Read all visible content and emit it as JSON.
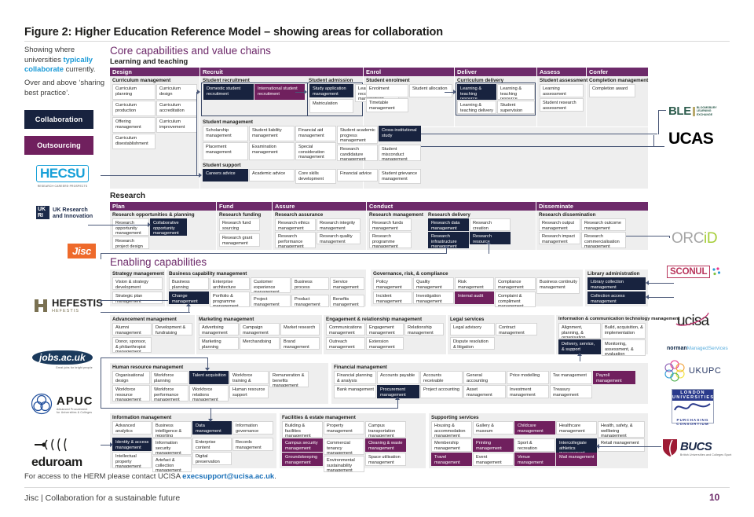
{
  "slide": {
    "title": "Figure 2: Higher Education Reference Model  – showing areas for collaboration",
    "footer": "Jisc | Collaboration for a sustainable future",
    "page_number": "10",
    "contact_prefix": "For access to the HERM please contact UCISA ",
    "contact_email": "execsupport@ucisa.ac.uk",
    "contact_suffix": "."
  },
  "intro": {
    "line1_a": "Showing where universities ",
    "line1_hl": "typically collaborate",
    "line1_b": " currently.",
    "line2": "Over and above ‘sharing best practice’."
  },
  "legend": {
    "collaboration": "Collaboration",
    "outsourcing": "Outsourcing"
  },
  "headings": {
    "core": "Core capabilities and value chains",
    "learning": "Learning and teaching",
    "research": "Research",
    "enabling": "Enabling capabilities"
  },
  "learning": {
    "chains": [
      "Design",
      "Recruit",
      "Enrol",
      "Deliver",
      "Assess",
      "Confer"
    ],
    "groups": {
      "curriculum_management": "Curriculum management",
      "student_recruitment": "Student recruitment",
      "student_admission": "Student admission",
      "student_enrolment": "Student enrolment",
      "curriculum_delivery": "Curriculum delivery",
      "student_assessment": "Student assessment",
      "completion_management": "Completion management",
      "student_management": "Student management",
      "student_support": "Student support"
    },
    "caps": {
      "curriculum": [
        "Curriculum planning",
        "Curriculum design",
        "Curriculum production",
        "Curriculum accreditation",
        "Offering management",
        "Curriculum improvement",
        "Curriculum disestablishment"
      ],
      "recruitment": [
        "Domestic student recruitment",
        "International student recruitment"
      ],
      "admission": [
        "Study application management",
        "Learning recognition management",
        "Matriculation"
      ],
      "enrolment": [
        "Enrolment",
        "Student allocation",
        "Timetable management"
      ],
      "delivery": [
        "Learning & teaching resource preparation",
        "Learning & teaching resource management",
        "Learning & teaching delivery",
        "Student supervision"
      ],
      "assessment": [
        "Learning assessment",
        "Student research assessment"
      ],
      "confer": [
        "Completion award"
      ],
      "student_management": [
        "Scholarship management",
        "Student liability management",
        "Financial aid management",
        "Student academic progress management",
        "Cross-institutional study",
        "Placement management",
        "Examination management",
        "Special consideration management",
        "Research candidature management",
        "Student misconduct management"
      ],
      "student_support": [
        "Careers advice",
        "Academic advice",
        "Core skills development",
        "Financial advice",
        "Student grievance management"
      ]
    }
  },
  "research": {
    "chains": [
      "Plan",
      "Fund",
      "Assure",
      "Conduct",
      "Disseminate"
    ],
    "groups": {
      "plan": "Research opportunities & planning",
      "fund": "Research funding",
      "assure": "Research assurance",
      "management": "Research management",
      "delivery": "Research delivery",
      "disseminate": "Research dissemination"
    },
    "caps": {
      "plan": [
        "Research opportunity management",
        "Collaborative opportunity management",
        "Research project design"
      ],
      "fund": [
        "Research fund sourcing",
        "Research grant management"
      ],
      "assure": [
        "Research ethics management",
        "Research integrity management",
        "Research performance management",
        "Research quality management"
      ],
      "management": [
        "Research funds management",
        "Research programme management"
      ],
      "delivery": [
        "Research data management",
        "Research creation",
        "Research infrastructure management",
        "Research resource management"
      ],
      "disseminate": [
        "Research output management",
        "Research outcome management",
        "Research impact management",
        "Research commercialisation management"
      ]
    }
  },
  "enabling": {
    "groups": {
      "strategy": "Strategy management",
      "business_capability": "Business capability management",
      "governance": "Governance, risk, & compliance",
      "library": "Library administration",
      "advancement": "Advancement management",
      "marketing": "Marketing management",
      "engagement": "Engagement & relationship management",
      "legal": "Legal services",
      "ict": "Information & communication technology management",
      "hr": "Human resource management",
      "finance": "Financial management",
      "information": "Information management",
      "facilities": "Facilities & estate management",
      "supporting": "Supporting services"
    },
    "caps": {
      "strategy": [
        "Vision & strategy development",
        "Strategic plan management"
      ],
      "business_capability": [
        "Business planning",
        "Enterprise architecture",
        "Customer experience management",
        "Business process management",
        "Service management",
        "Change management",
        "Portfolio & programme management",
        "Project management",
        "Product management",
        "Benefits management"
      ],
      "governance": [
        "Policy management",
        "Quality management",
        "Risk management",
        "Compliance management",
        "Business continuity management",
        "Incident management",
        "Investigation management",
        "Internal audit",
        "Complaint & compliment management"
      ],
      "library": [
        "Library collection management",
        "Collection access management"
      ],
      "advancement": [
        "Alumni management",
        "Development & fundraising",
        "Donor, sponsor, & philanthropist management"
      ],
      "marketing": [
        "Advertising management",
        "Campaign management",
        "Market research",
        "Marketing planning",
        "Merchandising",
        "Brand management"
      ],
      "engagement": [
        "Communications management",
        "Engagement management",
        "Relationship management",
        "Outreach management",
        "Extension management"
      ],
      "legal": [
        "Legal advisory",
        "Contract management",
        "Dispute resolution & litigation"
      ],
      "ict": [
        "Alignment, planning, & organisation",
        "Build, acquisition, & implementation",
        "Delivery, service, & support",
        "Monitoring, assessment, & evaluation"
      ],
      "hr": [
        "Organisational design",
        "Workforce planning",
        "Talent acquisition",
        "Workforce training & development",
        "Remuneration & benefits management",
        "Workforce resource management",
        "Workforce performance management",
        "Workforce relations management",
        "Human resource support"
      ],
      "finance": [
        "Financial planning & analysis",
        "Accounts payable",
        "Accounts receivable",
        "General accounting",
        "Price modelling",
        "Tax management",
        "Payroll management",
        "Bank management",
        "Procurement management",
        "Project accounting",
        "Asset management",
        "Investment management",
        "Treasury management"
      ],
      "information": [
        "Advanced analytics",
        "Business intelligence & reporting",
        "Data management",
        "Information governance",
        "Identity & access management",
        "Information security management",
        "Enterprise content management",
        "Records management",
        "Intellectual property management",
        "Artefact & collection management",
        "Digital preservation"
      ],
      "facilities": [
        "Building & facilities management",
        "Property management",
        "Campus transportation management",
        "Campus security management",
        "Commercial tenancy management",
        "Cleaning & waste management",
        "Groundskeeping management",
        "Environmental sustainability management",
        "Space utilisation management"
      ],
      "supporting": [
        "Housing & accommodation management",
        "Gallery & museum management",
        "Childcare management",
        "Healthcare management",
        "Health, safety, & wellbeing management",
        "Membership management",
        "Printing management",
        "Sport & recreation management",
        "Intercollegiate athletics management",
        "Retail management",
        "Travel management",
        "Event management",
        "Venue management",
        "Mail management"
      ]
    }
  },
  "logos": {
    "ble": "BLE",
    "ble_sub_1": "BLOOMSBURY",
    "ble_sub_2": "LEARNING",
    "ble_sub_3": "EXCHANGE",
    "ucas": "UCAS",
    "orcid": "ORCiD",
    "sconul": "SCONUL",
    "ucisa": "ucisa",
    "norman": "norman",
    "norman_sub": "ManagedServices",
    "ukupc": "UKUPC",
    "lupc_1": "LONDON",
    "lupc_2": "UNIVERSITIES",
    "lupc_3": "PURCHASING",
    "lupc_4": "CONSORTIUM",
    "bucs": "BUCS",
    "bucs_sub": "British Universities and Colleges Sport",
    "hecsu": "HECSU",
    "hecsu_sub": "RESEARCH·CAREERS·PROSPECTS",
    "ukri_1": "UK Research",
    "ukri_2": "and Innovation",
    "jisc": "Jisc",
    "hefestis": "HEFESTIS",
    "hefestis_sub": "HEFESTIS",
    "jobs": "jobs.ac.uk",
    "jobs_sub": "Great jobs for bright people",
    "apuc": "APUC",
    "apuc_sub1": "Advanced Procurement",
    "apuc_sub2": "for Universities & Colleges",
    "eduroam": "eduroam"
  },
  "colors": {
    "purple": "#6d2a6a",
    "navy": "#18233f",
    "plum": "#70205e",
    "accent_blue": "#1a9ad7",
    "link": "#1a70b8"
  }
}
